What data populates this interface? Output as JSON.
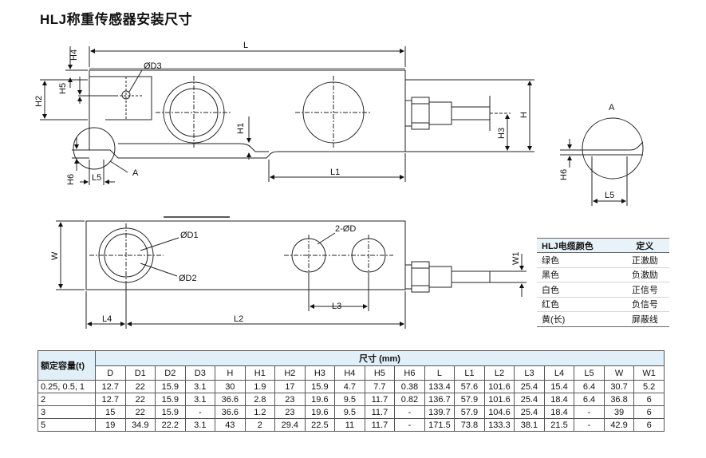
{
  "title": "HLJ称重传感器安装尺寸",
  "drawing_labels": {
    "L": "L",
    "H4": "H4",
    "H5": "H5",
    "H2": "H2",
    "D3": "ØD3",
    "H1": "H1",
    "H3": "H3",
    "H": "H",
    "H6": "H6",
    "L5": "L5",
    "A": "A",
    "L1": "L1",
    "W": "W",
    "D1": "ØD1",
    "D2": "ØD2",
    "D": "2-ØD",
    "W1": "W1",
    "L3": "L3",
    "L4": "L4",
    "L2": "L2",
    "detail_A": "A",
    "detail_H6": "H6",
    "detail_L5": "L5"
  },
  "cable_table": {
    "header_color": "HLJ电缆颜色",
    "header_def": "定义",
    "rows": [
      {
        "color": "绿色",
        "def": "正激励"
      },
      {
        "color": "黑色",
        "def": "负激励"
      },
      {
        "color": "白色",
        "def": "正信号"
      },
      {
        "color": "红色",
        "def": "负信号"
      },
      {
        "color": "黄(长)",
        "def": "屏蔽线"
      }
    ]
  },
  "spec_table": {
    "capacity_header": "额定容量(t)",
    "size_header": "尺寸 (mm)",
    "columns": [
      "D",
      "D1",
      "D2",
      "D3",
      "H",
      "H1",
      "H2",
      "H3",
      "H4",
      "H5",
      "H6",
      "L",
      "L1",
      "L2",
      "L3",
      "L4",
      "L5",
      "W",
      "W1"
    ],
    "rows": [
      {
        "cap": "0.25, 0.5, 1",
        "v": [
          "12.7",
          "22",
          "15.9",
          "3.1",
          "30",
          "1.9",
          "17",
          "15.9",
          "4.7",
          "7.7",
          "0.38",
          "133.4",
          "57.6",
          "101.6",
          "25.4",
          "15.4",
          "6.4",
          "30.7",
          "5.2"
        ]
      },
      {
        "cap": "2",
        "v": [
          "12.7",
          "22",
          "15.9",
          "3.1",
          "36.6",
          "2.8",
          "23",
          "19.6",
          "9.5",
          "11.7",
          "0.82",
          "136.7",
          "57.9",
          "101.6",
          "25.4",
          "18.4",
          "6.4",
          "36.8",
          "6"
        ]
      },
      {
        "cap": "3",
        "v": [
          "15",
          "22",
          "15.9",
          "-",
          "36.6",
          "1.2",
          "23",
          "19.6",
          "9.5",
          "11.7",
          "-",
          "139.7",
          "57.9",
          "104.6",
          "25.4",
          "18.4",
          "-",
          "39",
          "6"
        ]
      },
      {
        "cap": "5",
        "v": [
          "19",
          "34.9",
          "22.2",
          "3.1",
          "43",
          "2",
          "29.4",
          "22.5",
          "11",
          "11.7",
          "-",
          "171.5",
          "73.8",
          "133.3",
          "38.1",
          "21.5",
          "-",
          "42.9",
          "6"
        ]
      }
    ]
  }
}
